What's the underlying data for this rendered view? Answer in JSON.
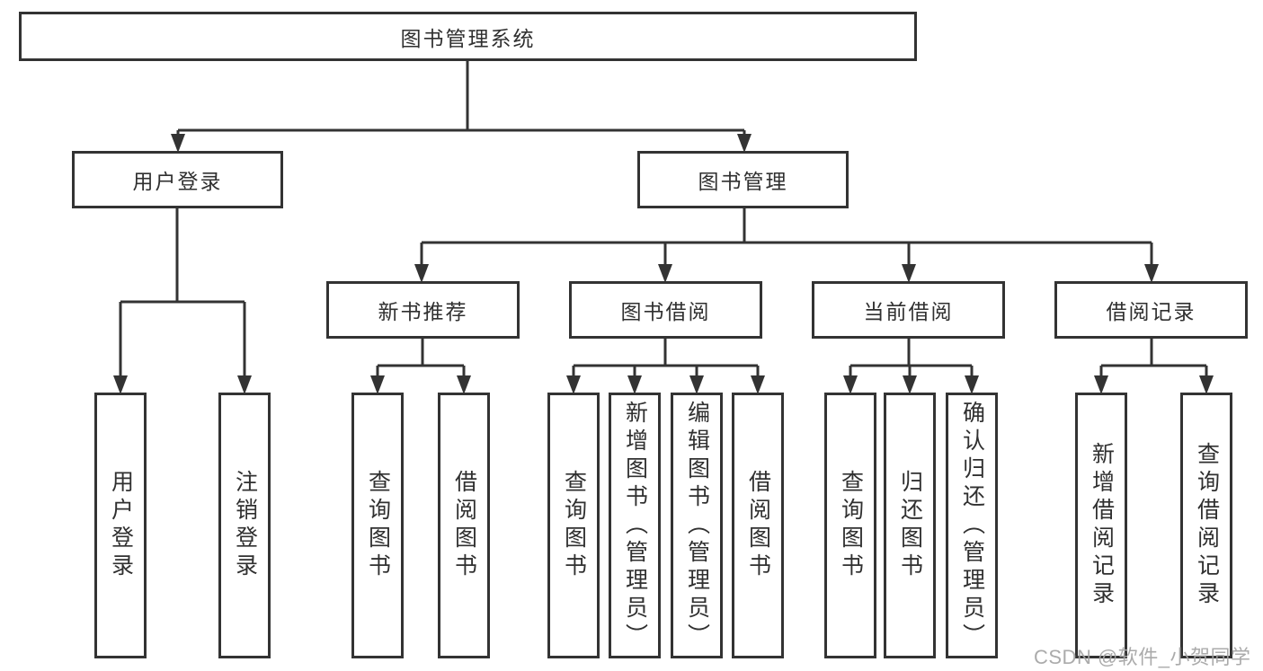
{
  "tree": {
    "label": "图书管理系统",
    "children": [
      {
        "label": "用户登录",
        "children": [
          {
            "label": "用户登录"
          },
          {
            "label": "注销登录"
          }
        ]
      },
      {
        "label": "图书管理",
        "children": [
          {
            "label": "新书推荐",
            "children": [
              {
                "label": "查询图书"
              },
              {
                "label": "借阅图书"
              }
            ]
          },
          {
            "label": "图书借阅",
            "children": [
              {
                "label": "查询图书"
              },
              {
                "label": "新增图书（管理员）"
              },
              {
                "label": "编辑图书（管理员）"
              },
              {
                "label": "借阅图书"
              }
            ]
          },
          {
            "label": "当前借阅",
            "children": [
              {
                "label": "查询图书"
              },
              {
                "label": "归还图书"
              },
              {
                "label": "确认归还（管理员）"
              }
            ]
          },
          {
            "label": "借阅记录",
            "children": [
              {
                "label": "新增借阅记录"
              },
              {
                "label": "查询借阅记录"
              }
            ]
          }
        ]
      }
    ]
  },
  "watermark": {
    "text": "CSDN @软件_小贺同学"
  },
  "colors": {
    "line": "#333333",
    "text": "#303030",
    "background": "#ffffff",
    "watermark": "#a4a4a4"
  }
}
